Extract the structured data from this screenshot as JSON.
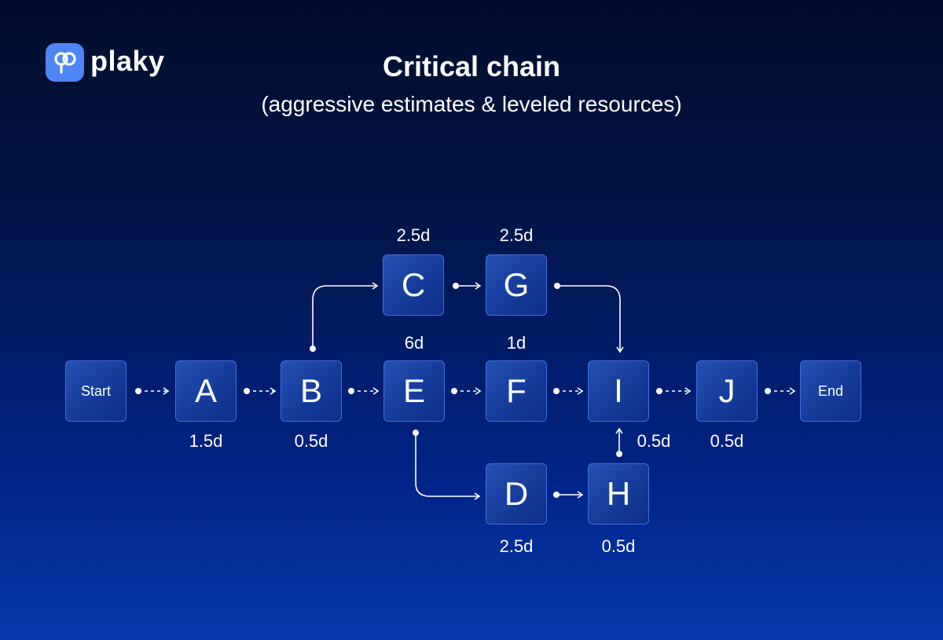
{
  "brand": {
    "name": "plaky",
    "mark_color": "#4f86f7"
  },
  "header": {
    "title": "Critical chain",
    "subtitle": "(aggressive estimates & leveled resources)"
  },
  "colors": {
    "background_top": "#010d2b",
    "background_bottom": "#0539ab",
    "node_fill": "#1c45a6",
    "node_border": "#3e6fe0",
    "line": "#ffffff"
  },
  "nodes": {
    "start": {
      "label": "Start",
      "duration": ""
    },
    "a": {
      "label": "A",
      "duration": "1.5d"
    },
    "b": {
      "label": "B",
      "duration": "0.5d"
    },
    "c": {
      "label": "C",
      "duration": "2.5d"
    },
    "d": {
      "label": "D",
      "duration": "2.5d"
    },
    "e": {
      "label": "E",
      "duration": "6d"
    },
    "f": {
      "label": "F",
      "duration": "1d"
    },
    "g": {
      "label": "G",
      "duration": "2.5d"
    },
    "h": {
      "label": "H",
      "duration": "0.5d"
    },
    "i": {
      "label": "I",
      "duration": "0.5d"
    },
    "j": {
      "label": "J",
      "duration": "0.5d"
    },
    "end": {
      "label": "End",
      "duration": ""
    }
  },
  "edges": [
    {
      "from": "Start",
      "to": "A",
      "style": "dashed"
    },
    {
      "from": "A",
      "to": "B",
      "style": "dashed"
    },
    {
      "from": "B",
      "to": "E",
      "style": "dashed"
    },
    {
      "from": "E",
      "to": "F",
      "style": "dashed"
    },
    {
      "from": "F",
      "to": "I",
      "style": "dashed"
    },
    {
      "from": "I",
      "to": "J",
      "style": "dashed"
    },
    {
      "from": "J",
      "to": "End",
      "style": "dashed"
    },
    {
      "from": "B",
      "to": "C",
      "style": "solid"
    },
    {
      "from": "C",
      "to": "G",
      "style": "solid"
    },
    {
      "from": "G",
      "to": "I",
      "style": "solid"
    },
    {
      "from": "E",
      "to": "D",
      "style": "solid"
    },
    {
      "from": "D",
      "to": "H",
      "style": "solid"
    },
    {
      "from": "H",
      "to": "I",
      "style": "solid"
    }
  ]
}
